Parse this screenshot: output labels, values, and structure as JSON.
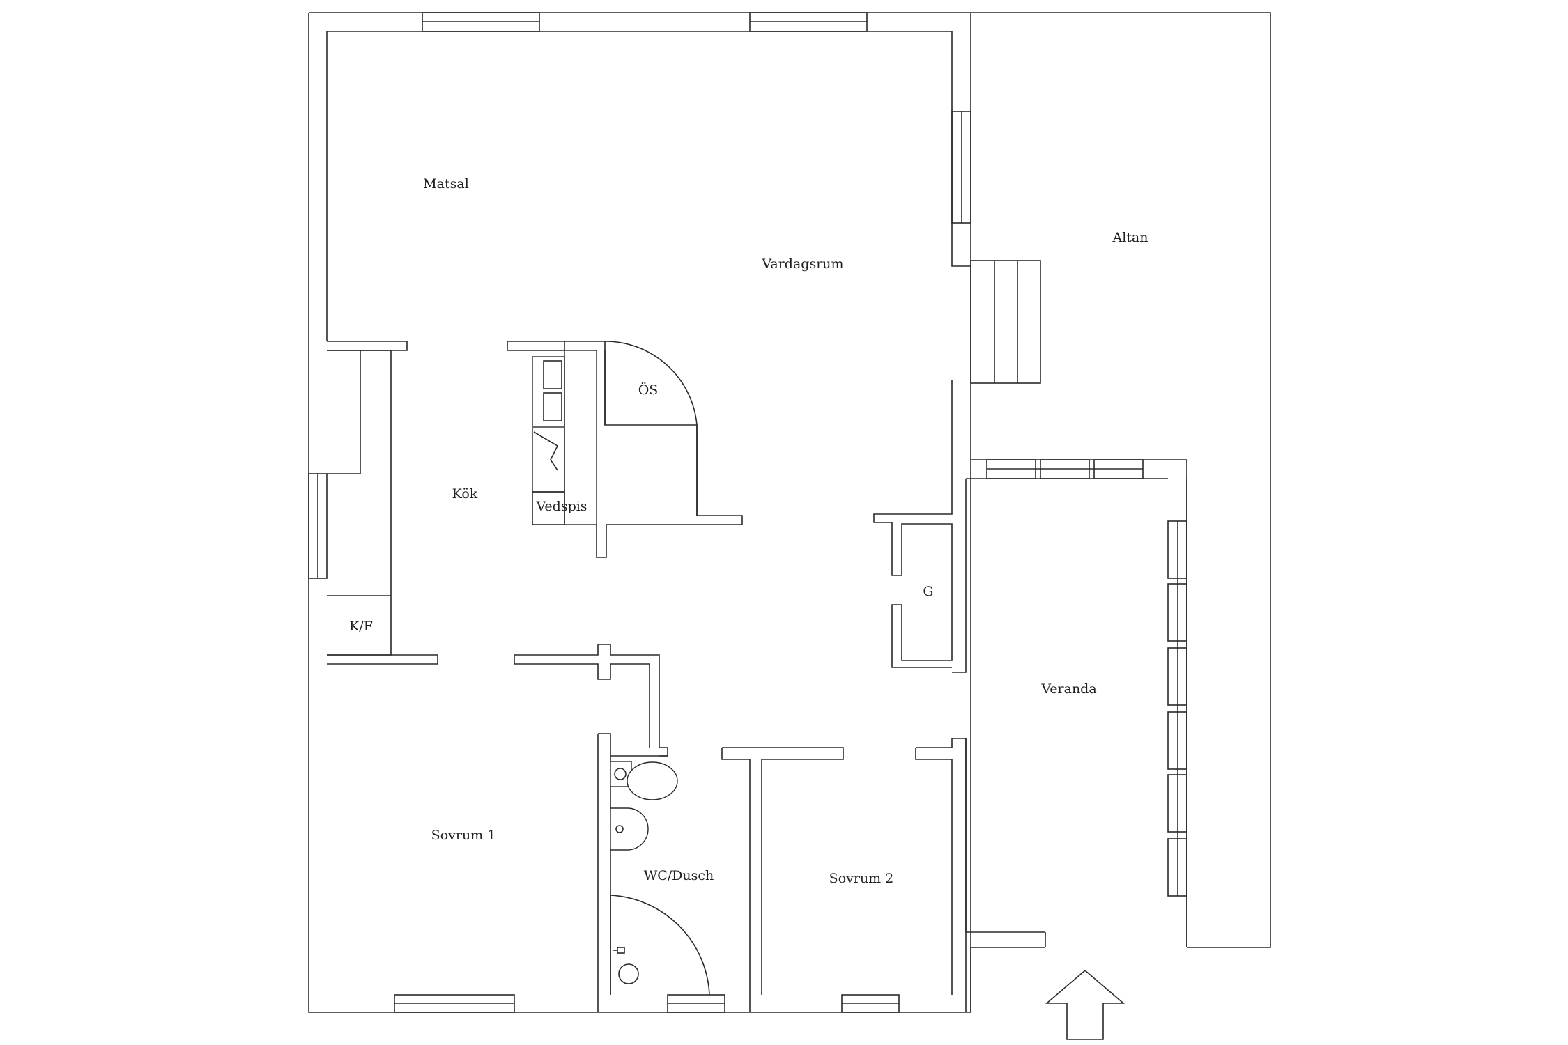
{
  "rooms": {
    "matsal": "Matsal",
    "vardagsrum": "Vardagsrum",
    "altan": "Altan",
    "os": "ÖS",
    "kok": "Kök",
    "vedspis": "Vedspis",
    "kf": "K/F",
    "g": "G",
    "veranda": "Veranda",
    "sovrum1": "Sovrum 1",
    "wc_dusch": "WC/Dusch",
    "sovrum2": "Sovrum 2"
  },
  "icons": {
    "entrance": "entrance-arrow-icon",
    "toilet": "toilet-icon",
    "sink": "sink-icon",
    "shower": "shower-icon",
    "kitchen_sink": "double-sink-icon",
    "stove": "stove-icon"
  }
}
